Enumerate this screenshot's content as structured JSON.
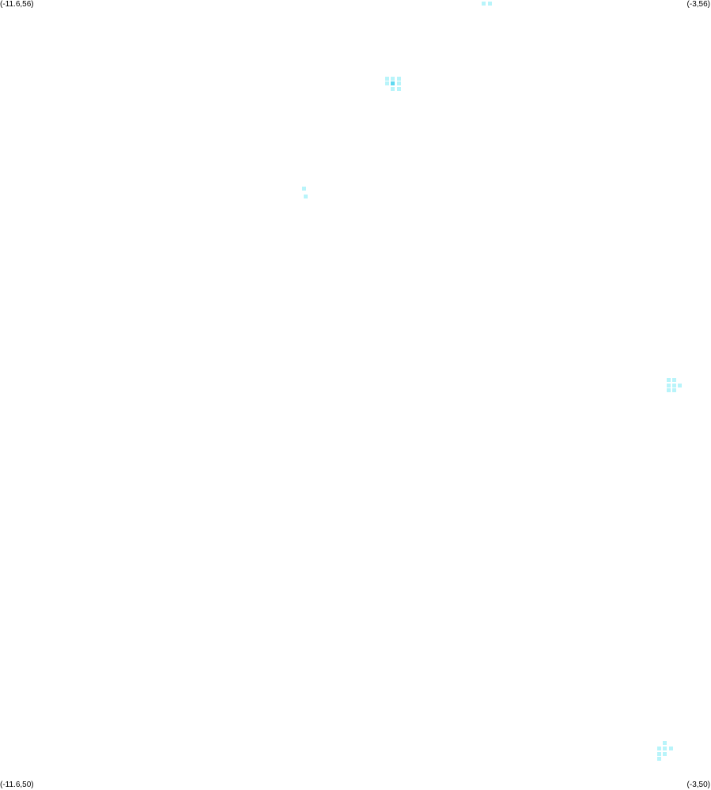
{
  "corner_labels": {
    "top_left": "(-11.6,56)",
    "top_right": "(-3,56)",
    "bottom_left": "(-11.6,50)",
    "bottom_right": "(-3,50)"
  },
  "extent": {
    "lon_min": -11.6,
    "lon_max": -3,
    "lat_min": 50,
    "lat_max": 56
  },
  "colors": {
    "light_cell": "#b8f4fa",
    "dark_cell": "#5fd8f0",
    "background": "#ffffff"
  },
  "clusters": [
    {
      "name": "cluster-north-top",
      "cells": [
        {
          "lon": -5.77,
          "lat": 55.99,
          "level": "light"
        },
        {
          "lon": -5.7,
          "lat": 55.99,
          "level": "light"
        }
      ]
    },
    {
      "name": "cluster-north",
      "cells": [
        {
          "lon": -6.94,
          "lat": 55.42,
          "level": "light"
        },
        {
          "lon": -6.87,
          "lat": 55.42,
          "level": "light"
        },
        {
          "lon": -6.8,
          "lat": 55.42,
          "level": "light"
        },
        {
          "lon": -6.94,
          "lat": 55.38,
          "level": "light"
        },
        {
          "lon": -6.87,
          "lat": 55.38,
          "level": "dark"
        },
        {
          "lon": -6.8,
          "lat": 55.38,
          "level": "light"
        },
        {
          "lon": -6.87,
          "lat": 55.34,
          "level": "light"
        },
        {
          "lon": -6.8,
          "lat": 55.34,
          "level": "light"
        }
      ]
    },
    {
      "name": "cluster-west",
      "cells": [
        {
          "lon": -7.95,
          "lat": 54.58,
          "level": "light"
        },
        {
          "lon": -7.93,
          "lat": 54.52,
          "level": "light"
        }
      ]
    },
    {
      "name": "cluster-east",
      "cells": [
        {
          "lon": -3.54,
          "lat": 53.13,
          "level": "light"
        },
        {
          "lon": -3.47,
          "lat": 53.13,
          "level": "light"
        },
        {
          "lon": -3.54,
          "lat": 53.09,
          "level": "light"
        },
        {
          "lon": -3.47,
          "lat": 53.09,
          "level": "light"
        },
        {
          "lon": -3.4,
          "lat": 53.09,
          "level": "light"
        },
        {
          "lon": -3.54,
          "lat": 53.05,
          "level": "light"
        },
        {
          "lon": -3.47,
          "lat": 53.05,
          "level": "light"
        }
      ]
    },
    {
      "name": "cluster-southeast",
      "cells": [
        {
          "lon": -3.58,
          "lat": 50.37,
          "level": "light"
        },
        {
          "lon": -3.65,
          "lat": 50.33,
          "level": "light"
        },
        {
          "lon": -3.58,
          "lat": 50.33,
          "level": "light"
        },
        {
          "lon": -3.51,
          "lat": 50.33,
          "level": "light"
        },
        {
          "lon": -3.65,
          "lat": 50.29,
          "level": "light"
        },
        {
          "lon": -3.58,
          "lat": 50.29,
          "level": "light"
        },
        {
          "lon": -3.65,
          "lat": 50.25,
          "level": "light"
        }
      ]
    }
  ]
}
